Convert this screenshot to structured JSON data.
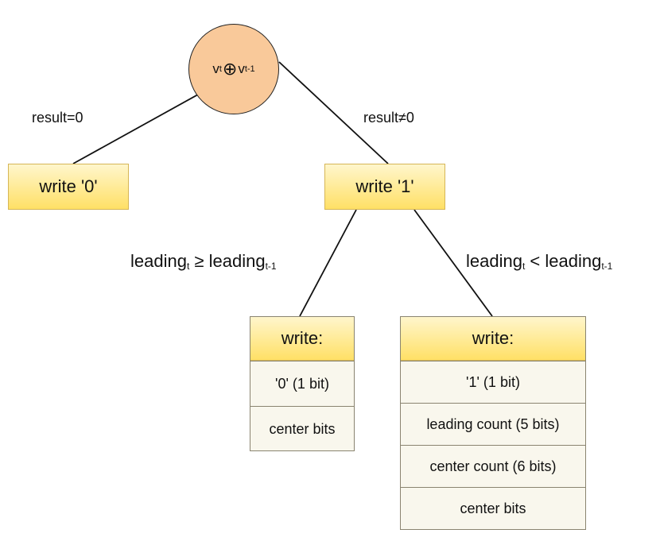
{
  "root": {
    "v": "v",
    "sub_t": "t",
    "op": "⊕",
    "sub_t1": "t-1"
  },
  "labels": {
    "left_edge": "result=0",
    "right_edge": "result≠0",
    "lower_left_main": "leading",
    "lower_left_sub1": "t",
    "lower_left_mid": " ≥ leading",
    "lower_left_sub2": "t-1",
    "lower_right_main": "leading",
    "lower_right_sub1": "t",
    "lower_right_mid": " < leading",
    "lower_right_sub2": "t-1"
  },
  "boxes": {
    "write0": "write '0'",
    "write1": "write '1'"
  },
  "left_table": {
    "header": "write:",
    "rows": [
      "'0' (1 bit)",
      "center bits"
    ]
  },
  "right_table": {
    "header": "write:",
    "rows": [
      "'1' (1 bit)",
      "leading count (5 bits)",
      "center count (6 bits)",
      "center bits"
    ]
  }
}
